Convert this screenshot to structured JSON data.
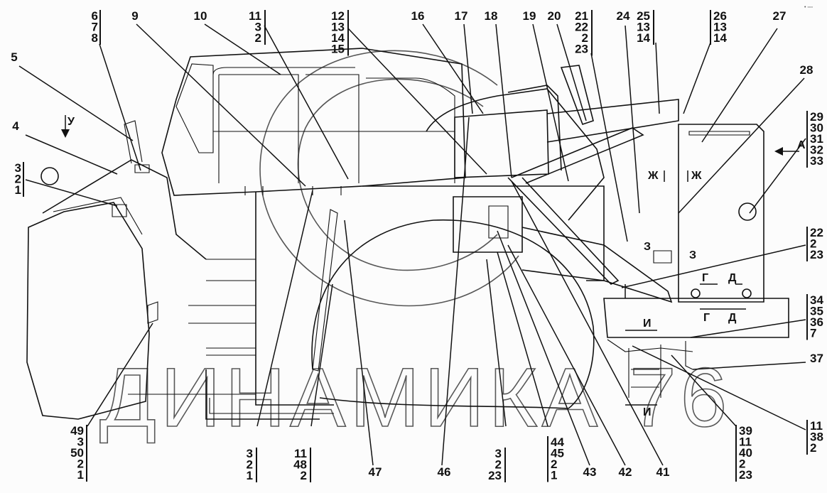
{
  "title": "Assembly drawing with numbered callouts",
  "corner_mark": "• ▫▫▫",
  "watermark": "ДИНАМИКА 76",
  "callouts": [
    [
      "6",
      "7",
      "8"
    ],
    [
      "9"
    ],
    [
      "10"
    ],
    [
      "11",
      "3",
      "2"
    ],
    [
      "12",
      "13",
      "14",
      "15"
    ],
    [
      "16"
    ],
    [
      "17"
    ],
    [
      "18"
    ],
    [
      "19"
    ],
    [
      "20"
    ],
    [
      "21",
      "22",
      "2",
      "23"
    ],
    [
      "24"
    ],
    [
      "25",
      "13",
      "14"
    ],
    [
      "26",
      "13",
      "14"
    ],
    [
      "27"
    ],
    [
      "28"
    ],
    [
      "29",
      "30",
      "31",
      "32",
      "33"
    ],
    [
      "5"
    ],
    [
      "4"
    ],
    [
      "3",
      "2",
      "1"
    ],
    [
      "22",
      "2",
      "23"
    ],
    [
      "34",
      "35",
      "36",
      "7"
    ],
    [
      "37"
    ],
    [
      "11",
      "38",
      "2"
    ],
    [
      "49",
      "3",
      "50",
      "2",
      "1"
    ],
    [
      "3",
      "2",
      "1"
    ],
    [
      "11",
      "48",
      "2"
    ],
    [
      "47"
    ],
    [
      "46"
    ],
    [
      "3",
      "2",
      "23"
    ],
    [
      "44",
      "45",
      "2",
      "1"
    ],
    [
      "43"
    ],
    [
      "42"
    ],
    [
      "41"
    ],
    [
      "39",
      "11",
      "40",
      "2",
      "23"
    ]
  ],
  "view_markers": {
    "view_u": "У",
    "view_a": "А",
    "section_zh_left": "Ж",
    "section_zh_right": "Ж",
    "section_z_left": "З",
    "section_z_right": "З",
    "section_g_top": "Г",
    "section_d_top": "Д",
    "section_g_bottom": "Г",
    "section_d_bottom": "Д",
    "section_i_top": "И",
    "section_i_bottom": "И"
  }
}
